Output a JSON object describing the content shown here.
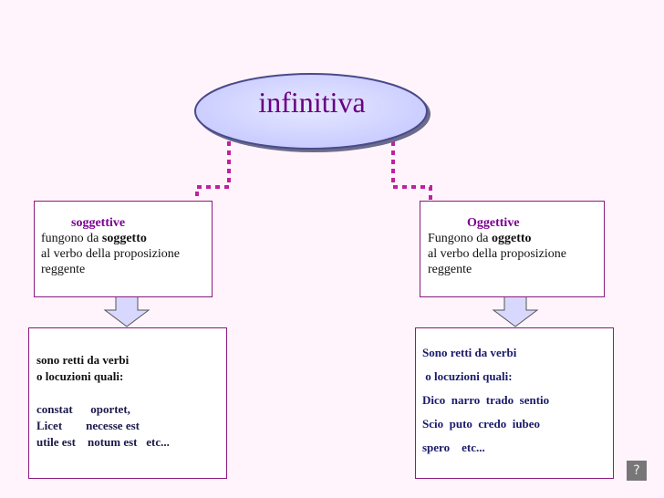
{
  "title": "infinitiva",
  "left": {
    "heading": "soggettive",
    "line1_pre": "fungono da ",
    "line1_bold": "soggetto",
    "line2": "al verbo della proposizione",
    "line3": "reggente"
  },
  "right": {
    "heading": "Oggettive",
    "line1_pre": "Fungono da ",
    "line1_bold": "oggetto",
    "line2": "al verbo della proposizione",
    "line3": "reggente"
  },
  "left_bottom": [
    "sono retti da verbi",
    "o locuzioni quali:",
    "constat      oportet,",
    "Licet        necesse est",
    "utile est    notum est   etc..."
  ],
  "right_bottom": [
    "Sono retti da verbi",
    " o locuzioni quali:",
    "Dico  narro  trado  sentio",
    "Scio  puto  credo  iubeo",
    "spero    etc..."
  ],
  "help_glyph": "?",
  "colors": {
    "background": "#fff4fb",
    "connector": "#c020a0",
    "oval_fill": "#c6c9ff",
    "title_text": "#6a0080",
    "box_border": "#8b1a7e"
  }
}
